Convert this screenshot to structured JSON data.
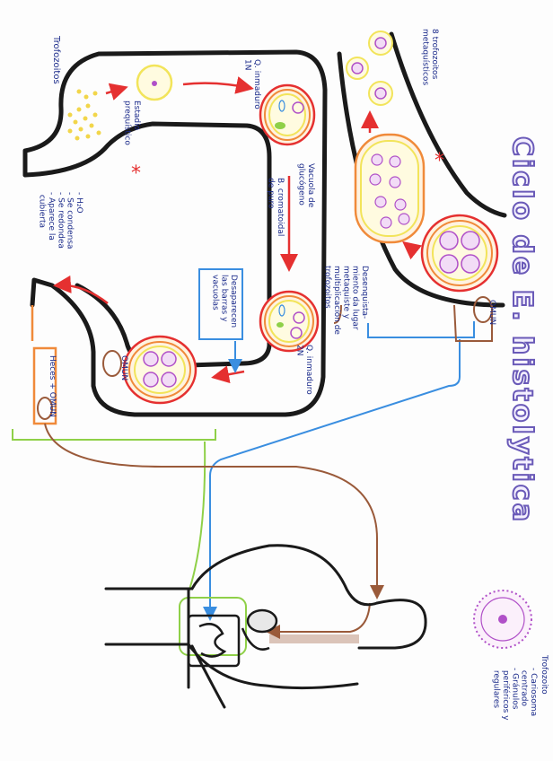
{
  "title": "Ciclo de E. histolytica",
  "colors": {
    "outline": "#1a1a1a",
    "red": "#e53030",
    "blue": "#3a8ee0",
    "green": "#8fd048",
    "brown": "#9a5a3a",
    "orange": "#f08a3a",
    "yellow": "#f2e45a",
    "purple": "#b050c8",
    "pen": "#1a2a8a",
    "title_fill": "#f4f0ff",
    "title_stroke": "#6a5ab8"
  },
  "labels": {
    "trofozoitos_left": "Trofozoitos",
    "estadio": "Estadio\nprequístico",
    "q_inmaduro_top": "Q. inmaduro\n1N",
    "vacuola": "Vacuola de\nglucógeno",
    "b_cromatoidal": "B. cromatoidal\nde puro",
    "desaparecen": "Desaparecen\nlas barras y\nvacuolas",
    "q_inmaduro_bottom": "Q. inmaduro\n2N",
    "h2o": "- H₂O\n- Se condensa\n- Se redondea\n- Aparece la\n  cubierta",
    "heces": "Heces + OMUN",
    "omun_left": "OMUN",
    "omun_right": "OMUN",
    "trofozoitos_meta": "8 trofozoitos\nmetaquísticos",
    "desenquistamiento": "Desenquista-\nmiento da lugar\nmetaquiste y\nmultiplicación de\ntrofozoitos",
    "trofozoito_key": "Trofozoito",
    "key_items": "- Cariosoma\n  centrado\n- Gránulos\n  periféricos y\n  regulares",
    "star": "*"
  },
  "icons": [
    "asterisk-icon",
    "cyst-icon",
    "trophozoite-icon",
    "human-silhouette-icon",
    "intestine-icon"
  ]
}
